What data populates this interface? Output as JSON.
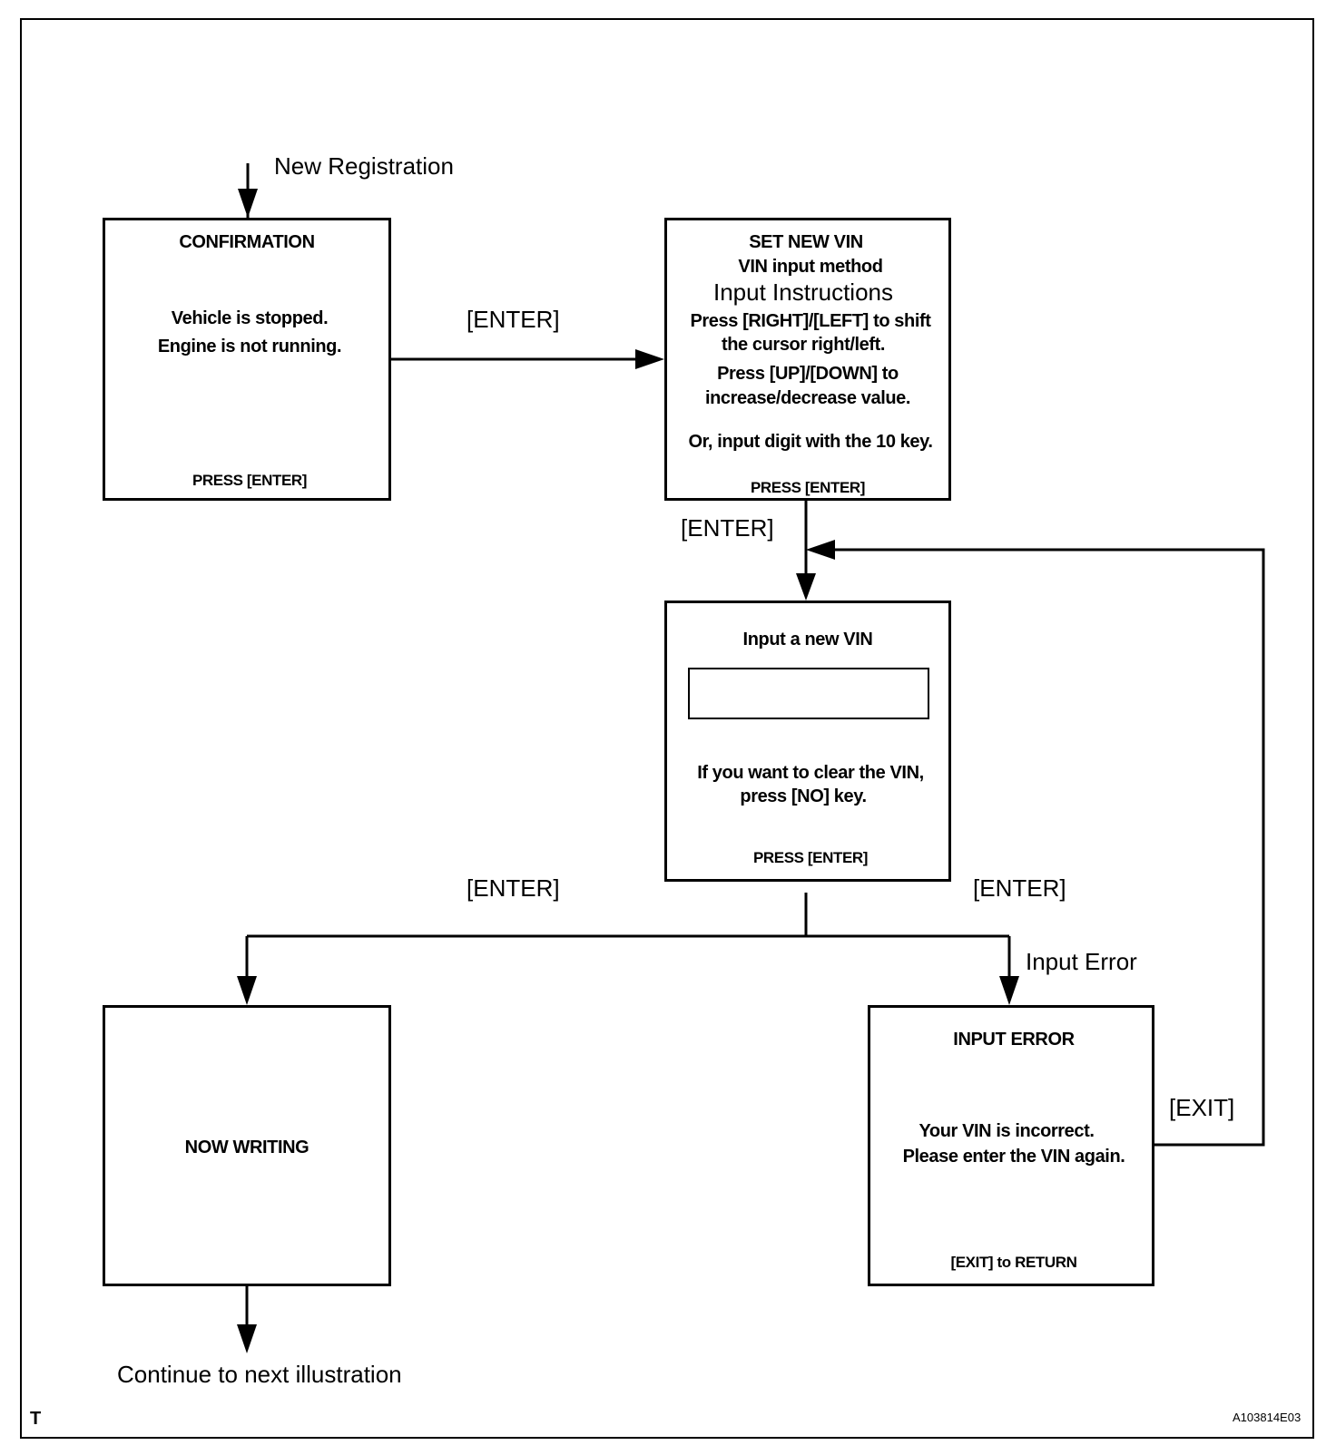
{
  "entry_label": "New Registration",
  "confirmation": {
    "title": "CONFIRMATION",
    "line1": "Vehicle is stopped.",
    "line2": "Engine is not running.",
    "prompt": "PRESS [ENTER]"
  },
  "set_new_vin": {
    "title": "SET NEW VIN",
    "subtitle": "VIN input method",
    "instructions_heading": "Input Instructions",
    "line1": "Press [RIGHT]/[LEFT] to shift",
    "line2": "the cursor right/left.",
    "line3": "Press [UP]/[DOWN]  to",
    "line4": "increase/decrease value.",
    "line5": "Or, input digit with the 10 key.",
    "prompt": "PRESS [ENTER]"
  },
  "input_vin": {
    "title": "Input a new VIN",
    "field_value": "",
    "clear_line1": "If you want to clear the VIN,",
    "clear_line2": "press [NO] key.",
    "prompt": "PRESS [ENTER]"
  },
  "now_writing": {
    "title": "NOW WRITING"
  },
  "input_error": {
    "title": "INPUT  ERROR",
    "line1": "Your VIN is incorrect.",
    "line2": "Please enter the VIN again.",
    "prompt": "[EXIT] to RETURN"
  },
  "edge_labels": {
    "enter_top": "[ENTER]",
    "enter_down": "[ENTER]",
    "enter_left": "[ENTER]",
    "enter_right": "[ENTER]",
    "input_error": "Input Error",
    "exit": "[EXIT]"
  },
  "exit_label": "Continue to next illustration",
  "corner_mark": "T",
  "figure_code": "A103814E03"
}
